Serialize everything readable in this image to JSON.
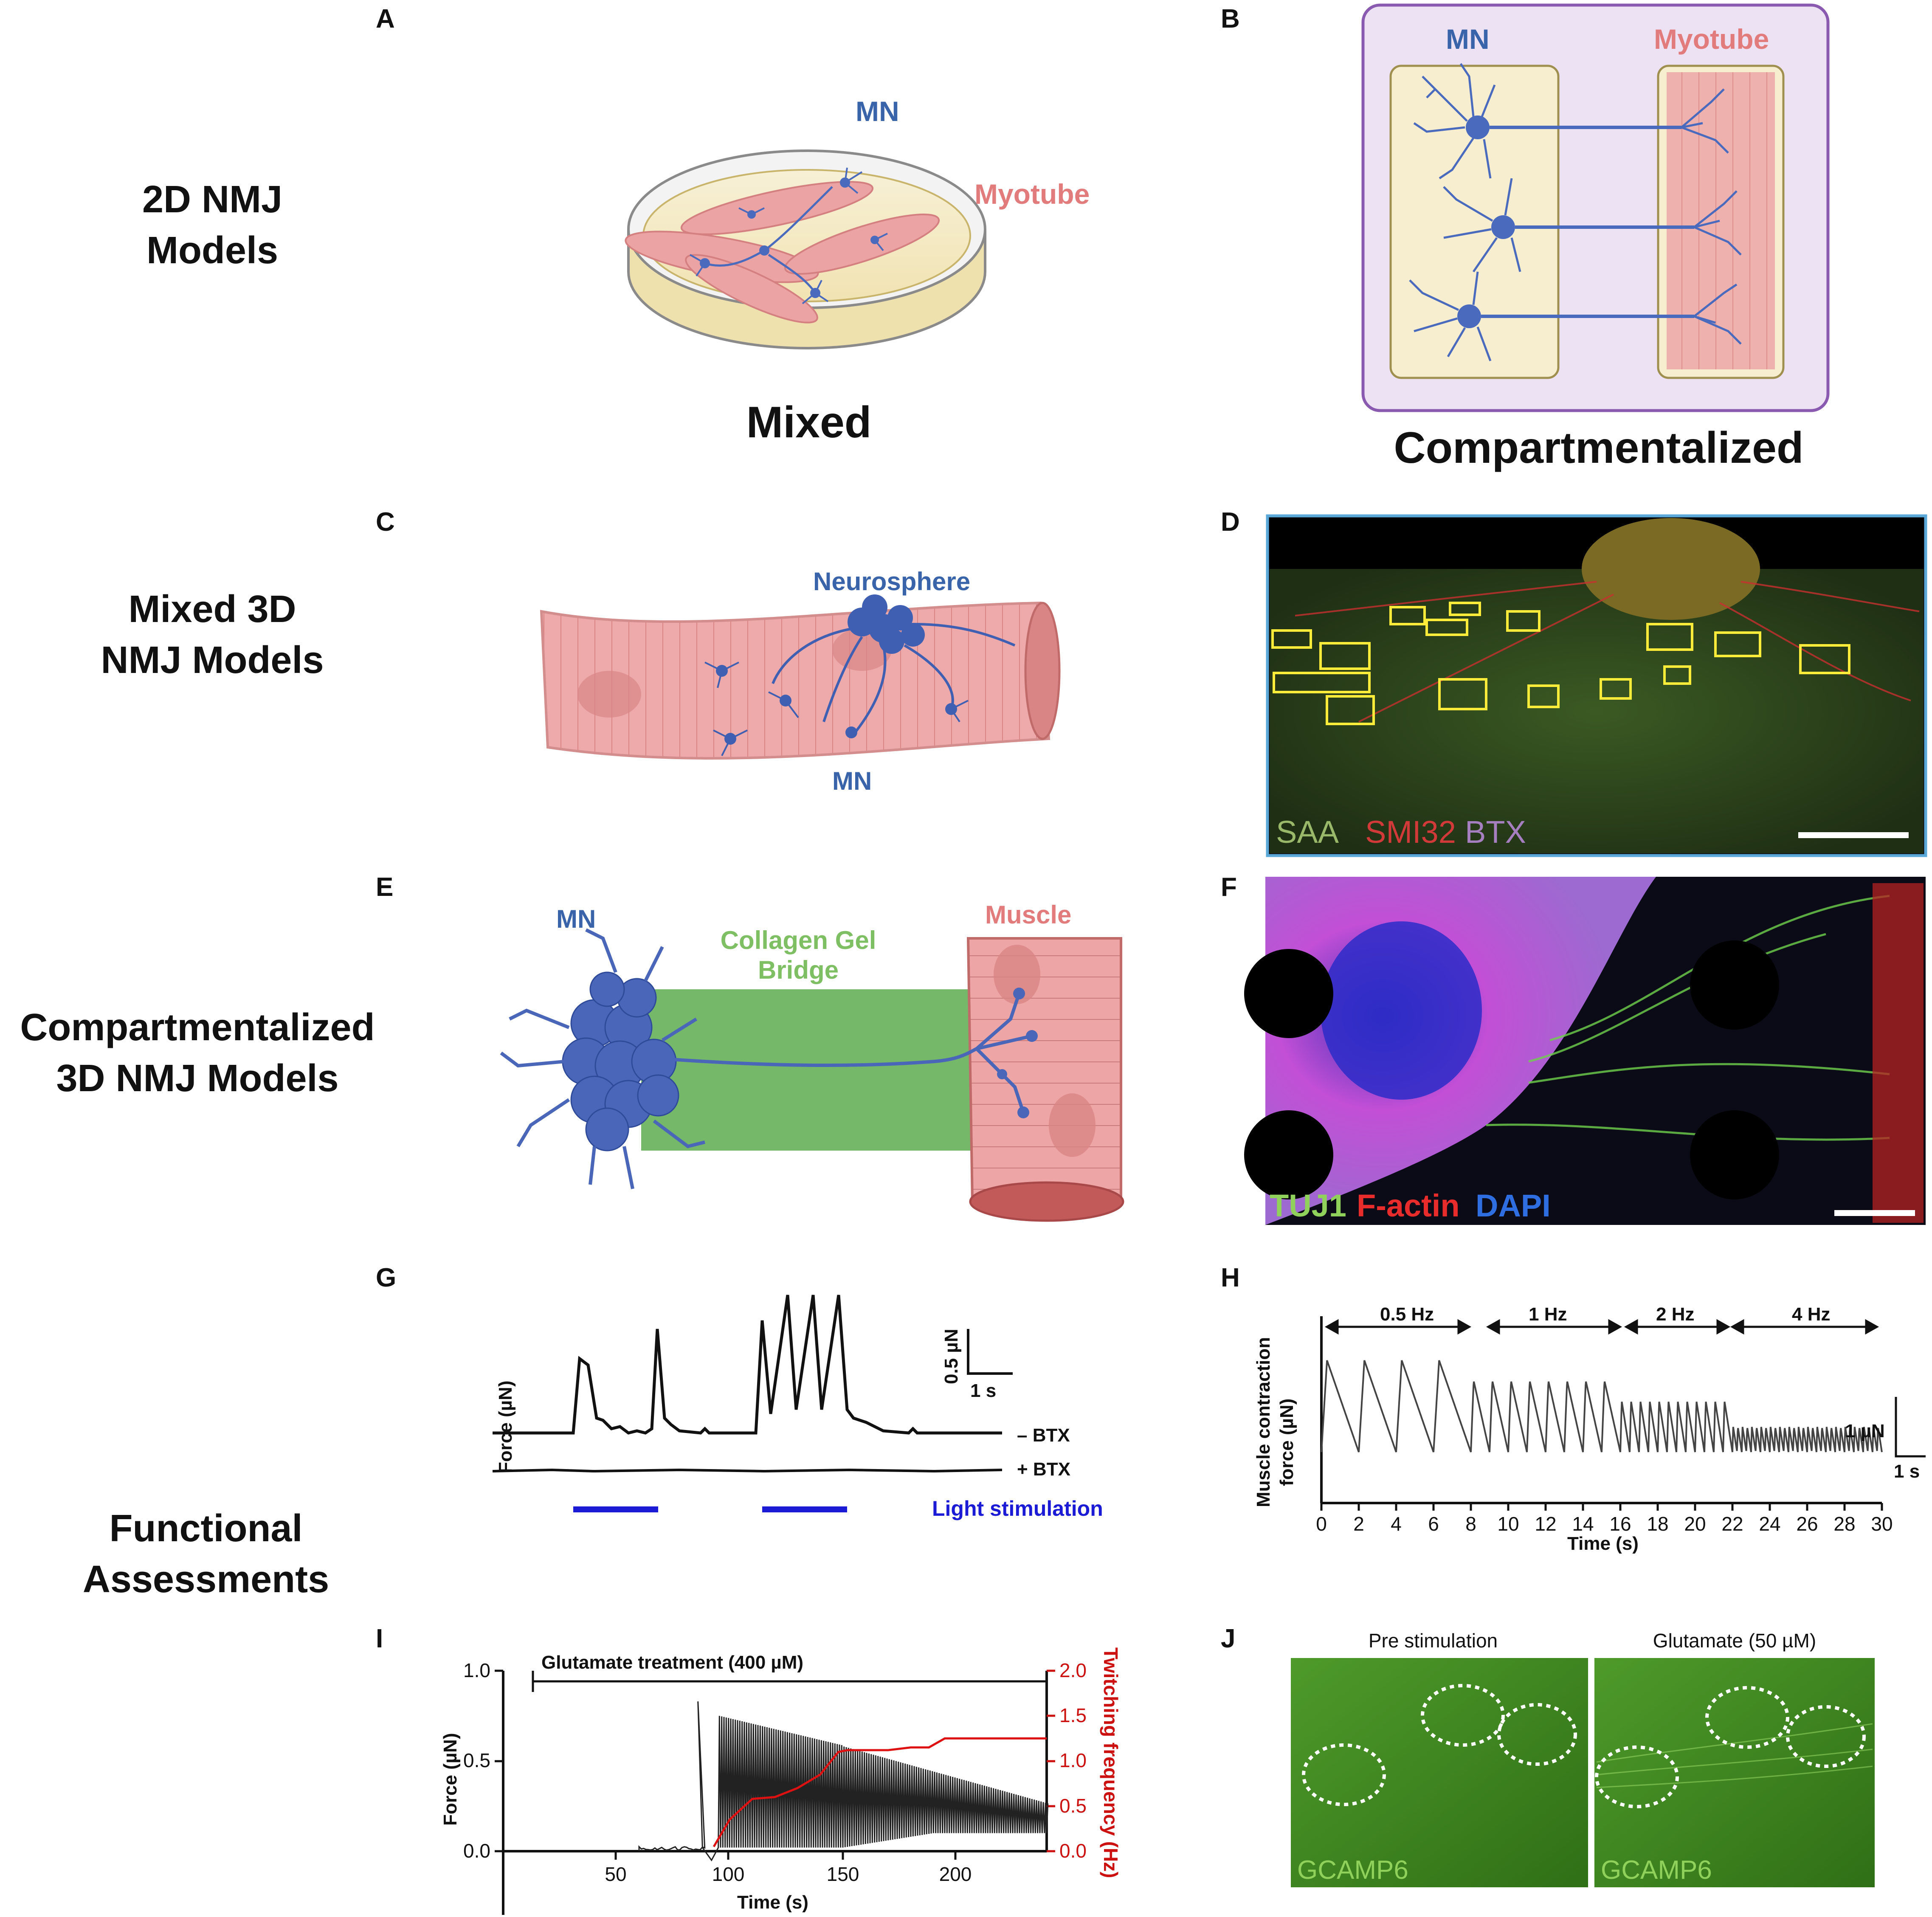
{
  "row_labels": {
    "r1": [
      "2D NMJ",
      "Models"
    ],
    "r2": [
      "Mixed 3D",
      "NMJ Models"
    ],
    "r3": [
      "Compartmentalized",
      "3D NMJ Models"
    ],
    "r4": [
      "Functional",
      "Assessments"
    ]
  },
  "panel_letters": [
    "A",
    "B",
    "C",
    "D",
    "E",
    "F",
    "G",
    "H",
    "I",
    "J"
  ],
  "panelA": {
    "mn": "MN",
    "myotube": "Myotube",
    "caption": "Mixed"
  },
  "panelB": {
    "mn": "MN",
    "myotube": "Myotube",
    "caption": "Compartmentalized"
  },
  "panelC": {
    "neurosphere": "Neurosphere",
    "mn": "MN"
  },
  "panelD": {
    "stains": [
      {
        "text": "SAA",
        "color": "#9ab86a"
      },
      {
        "text": "SMI32",
        "color": "#d23a3a"
      },
      {
        "text": "BTX",
        "color": "#a57fc0"
      }
    ]
  },
  "panelE": {
    "mn": "MN",
    "bridge_l1": "Collagen Gel",
    "bridge_l2": "Bridge",
    "muscle": "Muscle"
  },
  "panelF": {
    "stains": [
      {
        "text": "TUJ1",
        "color": "#8fd15a"
      },
      {
        "text": "F-actin",
        "color": "#e82b2b"
      },
      {
        "text": "DAPI",
        "color": "#2f6ee0"
      }
    ]
  },
  "panelG": {
    "ylabel": "Force (µN)",
    "scale_y": "0.5 µN",
    "scale_x": "1 s",
    "trace_minus": "– BTX",
    "trace_plus": "+ BTX",
    "stim": "Light stimulation"
  },
  "panelH": {
    "ylabel_l1": "Muscle contraction",
    "ylabel_l2": "force (µN)",
    "xlabel": "Time (s)",
    "freqs": [
      "0.5 Hz",
      "1 Hz",
      "2 Hz",
      "4 Hz"
    ],
    "xticks": [
      "0",
      "2",
      "4",
      "6",
      "8",
      "10",
      "12",
      "14",
      "16",
      "18",
      "20",
      "22",
      "24",
      "26",
      "28",
      "30"
    ],
    "scale_y": "1 µN",
    "scale_x": "1 s"
  },
  "panelI": {
    "treatment": "Glutamate treatment (400 µM)",
    "ylabel_left": "Force (µN)",
    "ylabel_right": "Twitching frequency (Hz)",
    "xlabel": "Time (s)",
    "yticks_left": [
      "0.0",
      "0.5",
      "1.0"
    ],
    "yticks_right": [
      "0.0",
      "0.5",
      "1.0",
      "1.5",
      "2.0"
    ],
    "xticks": [
      "50",
      "100",
      "150",
      "200"
    ]
  },
  "panelJ": {
    "pre": "Pre stimulation",
    "glu": "Glutamate (50 µM)",
    "gcamp": "GCAMP6"
  },
  "colors": {
    "neuron": "#4a6bbd",
    "muscle": "#e9a2a2",
    "stim": "#1b1bd6",
    "freq": "#dd1111",
    "bridge": "#76b86a"
  }
}
